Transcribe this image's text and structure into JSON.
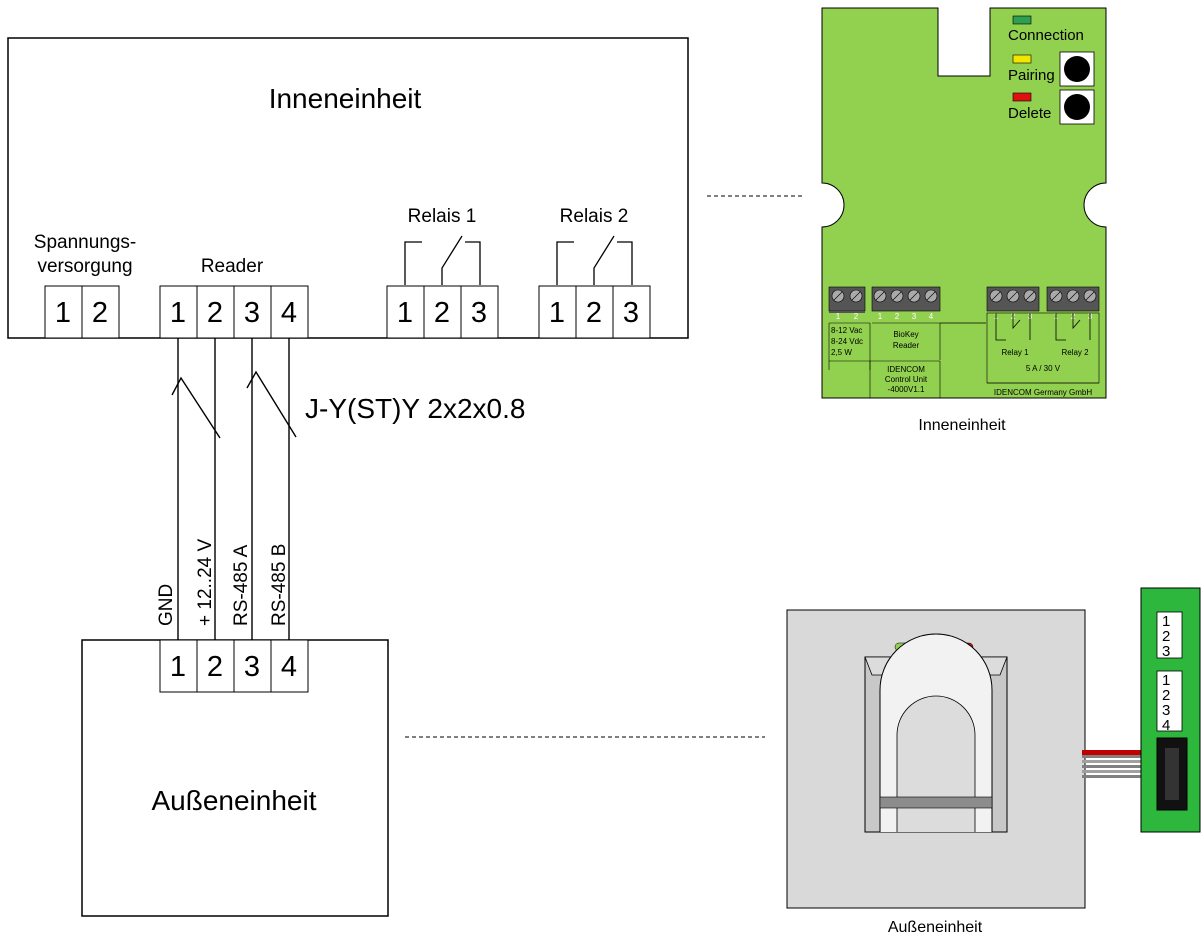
{
  "indoor_unit": {
    "title": "Inneneinheit",
    "power_label_1": "Spannungs-",
    "power_label_2": "versorgung",
    "reader_label": "Reader",
    "relay1_label": "Relais 1",
    "relay2_label": "Relais 2",
    "terminals_power": [
      "1",
      "2"
    ],
    "terminals_reader": [
      "1",
      "2",
      "3",
      "4"
    ],
    "terminals_relay1": [
      "1",
      "2",
      "3"
    ],
    "terminals_relay2": [
      "1",
      "2",
      "3"
    ]
  },
  "cable": {
    "type_label": "J-Y(ST)Y 2x2x0.8",
    "wires": [
      "GND",
      "+ 12..24 V",
      "RS-485 A",
      "RS-485 B"
    ]
  },
  "outdoor_unit": {
    "title": "Außeneinheit",
    "terminals": [
      "1",
      "2",
      "3",
      "4"
    ]
  },
  "indoor_board": {
    "caption": "Inneneinheit",
    "led_connection": "Connection",
    "led_pairing": "Pairing",
    "led_delete": "Delete",
    "led_colors": {
      "connection": "#2e9e4f",
      "pairing": "#f2e600",
      "delete": "#e01010"
    },
    "board_color": "#92d050",
    "terminals_power": [
      "1",
      "2"
    ],
    "terminals_reader": [
      "1",
      "2",
      "3",
      "4"
    ],
    "terminals_relay1": [
      "1",
      "2",
      "3"
    ],
    "terminals_relay2": [
      "1",
      "2",
      "3"
    ],
    "power_spec_1": "8-12 Vac",
    "power_spec_2": "8-24 Vdc",
    "power_spec_3": "2,5 W",
    "reader_text_1": "BioKey",
    "reader_text_2": "Reader",
    "relay1_text": "Relay 1",
    "relay2_text": "Relay 2",
    "relay_rating": "5 A  /  30 V",
    "brand_1": "IDENCOM",
    "brand_2": "Control Unit",
    "brand_3": "-4000V1.1",
    "manufacturer": "IDENCOM Germany GmbH"
  },
  "outdoor_board": {
    "caption": "Außeneinheit",
    "pcb_color": "#2db83d",
    "pcb_terminals_a": [
      "1",
      "2",
      "3"
    ],
    "pcb_terminals_b": [
      "1",
      "2",
      "3",
      "4"
    ]
  }
}
